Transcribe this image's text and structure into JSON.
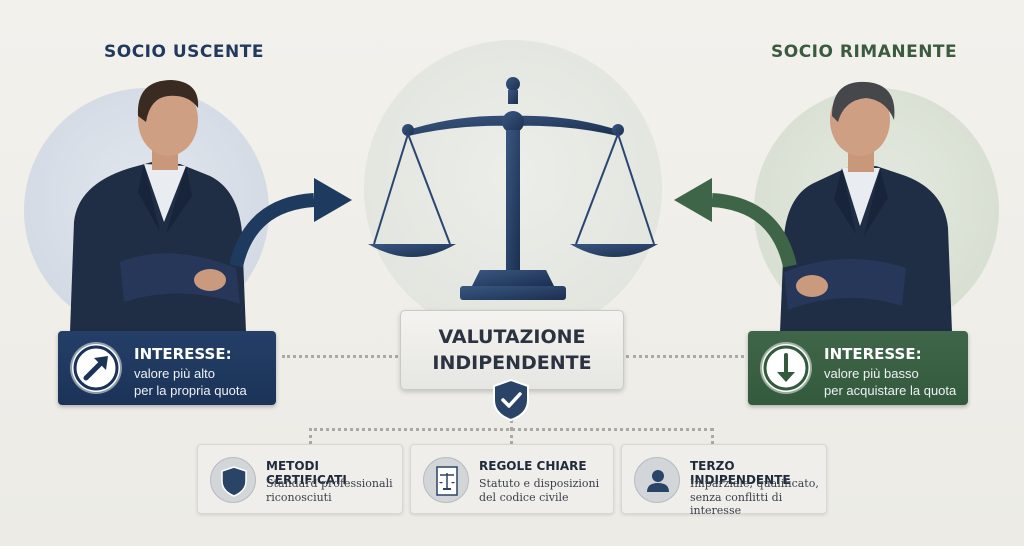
{
  "left": {
    "title": "SOCIO USCENTE",
    "interest_label": "INTERESSE:",
    "interest_line1": "valore più alto",
    "interest_line2": "per la propria quota",
    "icon": "arrow-up-right-icon",
    "color": "#1b3357"
  },
  "right": {
    "title": "SOCIO RIMANENTE",
    "interest_label": "INTERESSE:",
    "interest_line1": "valore più basso",
    "interest_line2": "per acquistare la quota",
    "icon": "arrow-down-icon",
    "color": "#345a3e"
  },
  "center": {
    "line1": "VALUTAZIONE",
    "line2": "INDIPENDENTE",
    "icon": "shield-check-icon",
    "scale_icon": "balance-scale-icon"
  },
  "cards": [
    {
      "title": "METODI CERTIFICATI",
      "line1": "Standard professionali",
      "line2": "riconosciuti",
      "icon": "shield-icon"
    },
    {
      "title": "REGOLE CHIARE",
      "line1": "Statuto e disposizioni",
      "line2": "del codice civile",
      "icon": "document-scale-icon"
    },
    {
      "title": "TERZO INDIPENDENTE",
      "line1": "Imparziale, qualificato,",
      "line2": "senza conflitti di interesse",
      "icon": "person-icon"
    }
  ],
  "colors": {
    "navy": "#22395e",
    "green": "#3b5a40",
    "background": "#f0efea"
  }
}
